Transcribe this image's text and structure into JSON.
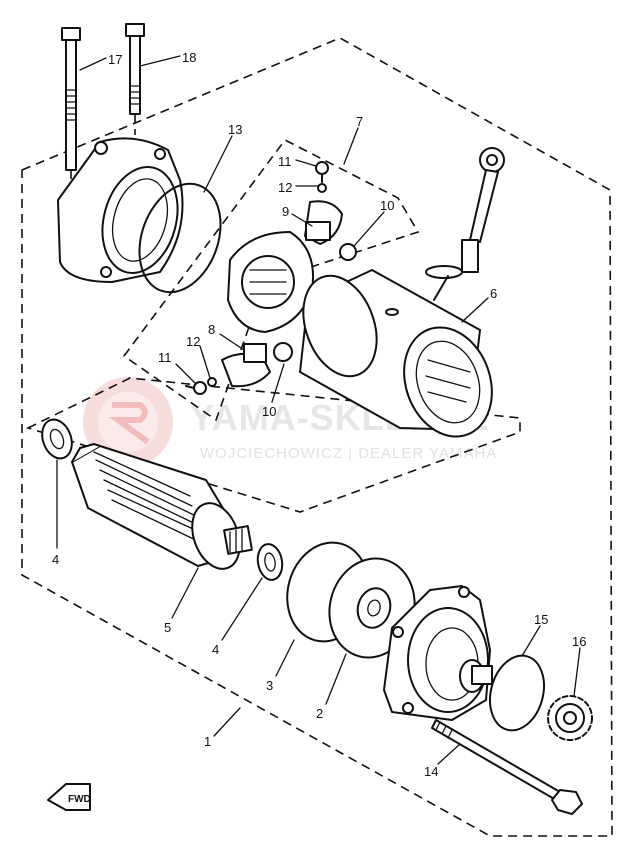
{
  "watermark": {
    "brand": "YAMA-SKLEP.PL",
    "subtitle": "WOJCIECHOWICZ | DEALER YAMAHA"
  },
  "direction_marker": "FWD",
  "callouts": [
    "17",
    "18",
    "13",
    "7",
    "11",
    "12",
    "9",
    "10",
    "6",
    "8",
    "12",
    "11",
    "10",
    "4",
    "5",
    "4",
    "3",
    "2",
    "15",
    "16",
    "1",
    "14"
  ],
  "colors": {
    "ink": "#111111",
    "paper": "#ffffff",
    "watermark": "#e6e6e6",
    "watermark_logo": "#f4c9c9"
  }
}
